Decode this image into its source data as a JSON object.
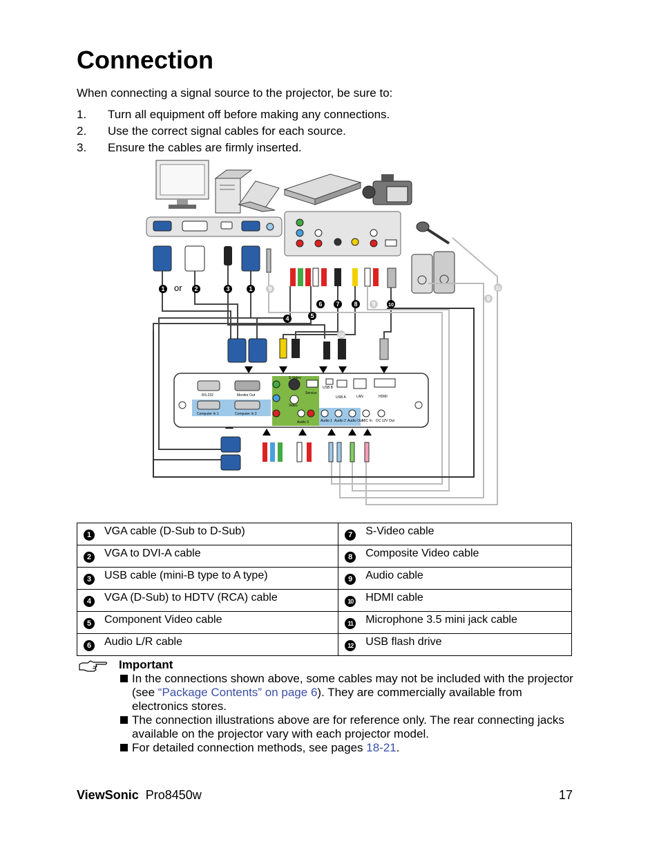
{
  "page": {
    "title": "Connection",
    "intro": "When connecting a signal source to the projector, be sure to:",
    "steps": [
      {
        "num": "1.",
        "text": "Turn all equipment off before making any connections."
      },
      {
        "num": "2.",
        "text": "Use the correct signal cables for each source."
      },
      {
        "num": "3.",
        "text": "Ensure the cables are firmly inserted."
      }
    ]
  },
  "diagram": {
    "or_label": "or",
    "port_labels": {
      "rs232": "RS-232",
      "monitor_out": "Monitor Out",
      "computer_in_1": "Computer In 1",
      "computer_in_2": "Computer In 2",
      "usb_b": "USB B",
      "usb_a": "USB A",
      "service": "Service",
      "lan": "LAN",
      "hdmi": "HDMI",
      "audio_1": "Audio 1",
      "audio_2": "Audio 2",
      "audio_out": "Audio Out",
      "mic_in": "MIC In",
      "dc_out": "DC 12V Out",
      "s_video": "S-Video",
      "video": "Video",
      "audio_3": "Audio 3"
    },
    "markers": [
      "1",
      "2",
      "3",
      "1",
      "9",
      "6",
      "7",
      "8",
      "9",
      "10",
      "4",
      "5",
      "12",
      "9",
      "11"
    ]
  },
  "legend": {
    "rows": [
      {
        "left_num": "1",
        "left_text": "VGA cable (D-Sub to D-Sub)",
        "right_num": "7",
        "right_text": "S-Video cable"
      },
      {
        "left_num": "2",
        "left_text": "VGA to DVI-A cable",
        "right_num": "8",
        "right_text": "Composite Video cable"
      },
      {
        "left_num": "3",
        "left_text": "USB cable (mini-B type to A type)",
        "right_num": "9",
        "right_text": "Audio cable"
      },
      {
        "left_num": "4",
        "left_text": "VGA (D-Sub) to HDTV (RCA) cable",
        "right_num": "10",
        "right_text": "HDMI cable"
      },
      {
        "left_num": "5",
        "left_text": "Component Video cable",
        "right_num": "11",
        "right_text": "Microphone 3.5 mini jack cable"
      },
      {
        "left_num": "6",
        "left_text": "Audio L/R cable",
        "right_num": "12",
        "right_text": "USB flash drive"
      }
    ]
  },
  "important": {
    "title": "Important",
    "note1_a": "In the connections shown above, some cables may not be included with the projector (see ",
    "note1_link": "“Package Contents” on page 6",
    "note1_b": "). They are commercially available from electronics stores.",
    "note2": "The connection illustrations above are for reference only. The rear connecting jacks available on the projector vary with each projector model.",
    "note3_a": "For detailed connection methods, see pages ",
    "note3_link": "18-21",
    "note3_b": "."
  },
  "footer": {
    "brand": "ViewSonic",
    "model": "Pro8450w",
    "page_number": "17"
  },
  "colors": {
    "link": "#3b4fa8",
    "vga_blue": "#2a5fa8",
    "panel_green": "#7fb845",
    "panel_blue": "#9ec8e8"
  }
}
